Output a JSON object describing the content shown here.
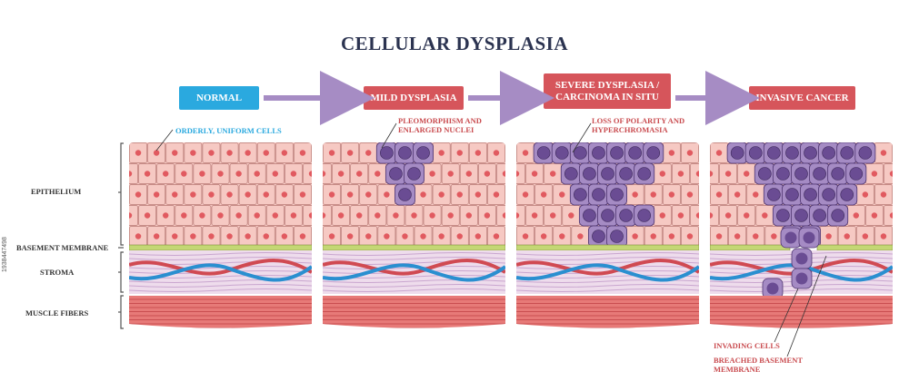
{
  "title": "CELLULAR DYSPLASIA",
  "stages": [
    {
      "label": "NORMAL",
      "color": "#2aa9df"
    },
    {
      "label": "MILD DYSPLASIA",
      "color": "#d6555b"
    },
    {
      "label": "SEVERE DYSPLASIA / CARCINOMA IN SITU",
      "color": "#d6555b"
    },
    {
      "label": "INVASIVE CANCER",
      "color": "#d6555b"
    }
  ],
  "layers": {
    "epithelium": "EPITHELIUM",
    "basement_membrane": "BASEMENT MEMBRANE",
    "stroma": "STROMA",
    "muscle_fibers": "MUSCLE FIBERS"
  },
  "annotations": {
    "orderly_cells": "ORDERLY, UNIFORM CELLS",
    "pleomorphism": "PLEOMORPHISM AND ENLARGED NUCLEI",
    "loss_polarity": "LOSS OF POLARITY AND HYPERCHROMASIA",
    "invading_cells": "INVADING CELLS",
    "breached_membrane": "BREACHED BASEMENT MEMBRANE"
  },
  "colors": {
    "normal_cell": "#f6c9c3",
    "nucleus": "#e15a60",
    "abnormal_cell": "#a58bc4",
    "abnormal_nucleus": "#6a4c93",
    "membrane": "#c4d774",
    "muscle": "#e77a78",
    "arrow": "#a68cc4"
  },
  "side_text": "1938447498"
}
